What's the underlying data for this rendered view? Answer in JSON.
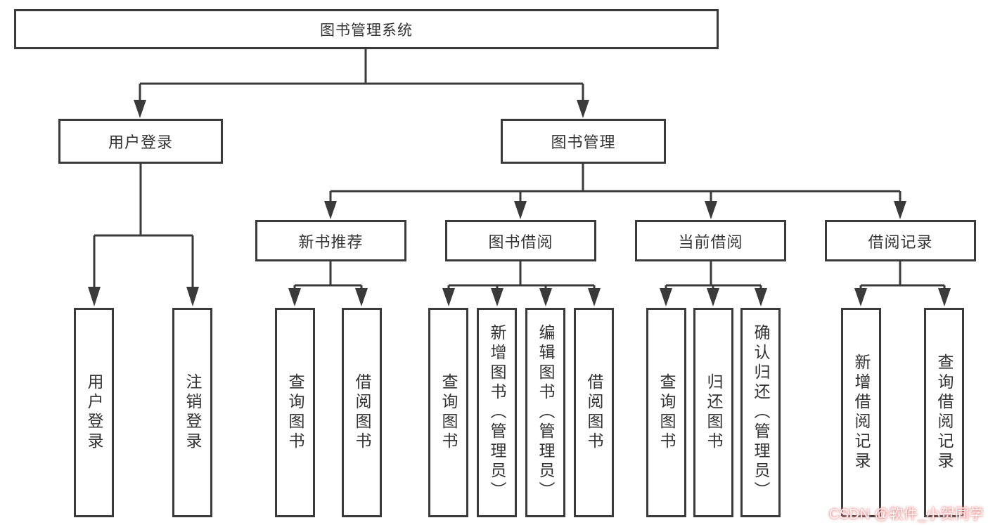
{
  "tree": {
    "label": "图书管理系统",
    "children": [
      {
        "label": "用户登录",
        "children": [
          {
            "label": "用户登录"
          },
          {
            "label": "注销登录"
          }
        ]
      },
      {
        "label": "图书管理",
        "children": [
          {
            "label": "新书推荐",
            "children": [
              {
                "label": "查询图书"
              },
              {
                "label": "借阅图书"
              }
            ]
          },
          {
            "label": "图书借阅",
            "children": [
              {
                "label": "查询图书"
              },
              {
                "label": "新增图书（管理员）"
              },
              {
                "label": "编辑图书（管理员）"
              },
              {
                "label": "借阅图书"
              }
            ]
          },
          {
            "label": "当前借阅",
            "children": [
              {
                "label": "查询图书"
              },
              {
                "label": "归还图书"
              },
              {
                "label": "确认归还（管理员）"
              }
            ]
          },
          {
            "label": "借阅记录",
            "children": [
              {
                "label": "新增借阅记录"
              },
              {
                "label": "查询借阅记录"
              }
            ]
          }
        ]
      }
    ]
  },
  "watermark": {
    "text": "CSDN @软件_小贺同学"
  },
  "colors": {
    "line": "#3a3a3a",
    "text": "#333333",
    "background": "#ffffff",
    "watermark_glow": "#e88989"
  }
}
